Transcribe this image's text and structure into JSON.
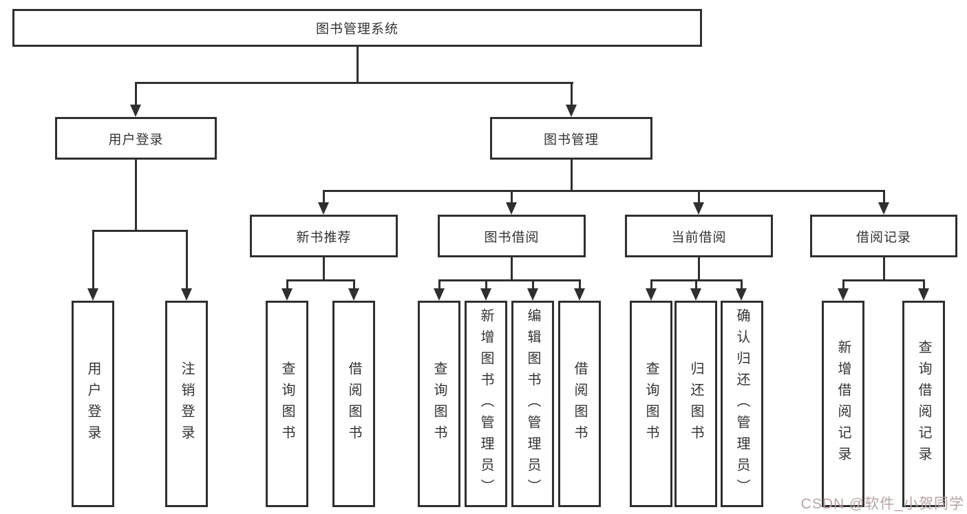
{
  "tree": {
    "label": "图书管理系统",
    "children": [
      {
        "label": "用户登录",
        "children": [
          {
            "label": "用户登录"
          },
          {
            "label": "注销登录"
          }
        ]
      },
      {
        "label": "图书管理",
        "children": [
          {
            "label": "新书推荐",
            "children": [
              {
                "label": "查询图书"
              },
              {
                "label": "借阅图书"
              }
            ]
          },
          {
            "label": "图书借阅",
            "children": [
              {
                "label": "查询图书"
              },
              {
                "label": "新增图书（管理员）"
              },
              {
                "label": "编辑图书（管理员）"
              },
              {
                "label": "借阅图书"
              }
            ]
          },
          {
            "label": "当前借阅",
            "children": [
              {
                "label": "查询图书"
              },
              {
                "label": "归还图书"
              },
              {
                "label": "确认归还（管理员）"
              }
            ]
          },
          {
            "label": "借阅记录",
            "children": [
              {
                "label": "新增借阅记录"
              },
              {
                "label": "查询借阅记录"
              }
            ]
          }
        ]
      }
    ]
  },
  "watermark": {
    "text": "CSDN @软件_小贺同学",
    "color": "#b7a3a3"
  },
  "colors": {
    "line": "#2f2f2f",
    "box_border": "#2f2f2f",
    "background": "#ffffff",
    "text": "#333333"
  }
}
